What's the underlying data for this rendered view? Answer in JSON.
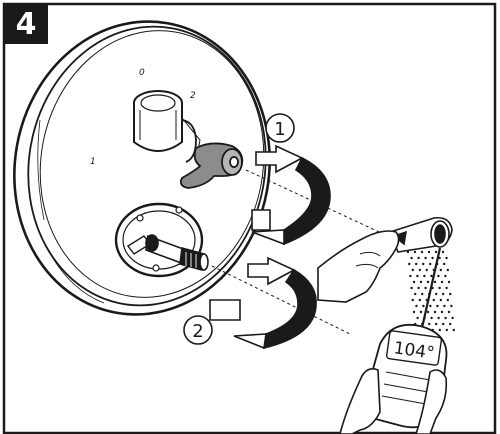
{
  "step": {
    "number": "4"
  },
  "plate_markings": {
    "zero": "0",
    "one": "1",
    "two": "2"
  },
  "callouts": {
    "first": "1",
    "second": "2"
  },
  "thermometer": {
    "reading": "104°"
  },
  "colors": {
    "line": "#1a1a1a",
    "handle": "#8c8c8c",
    "badge": "#1a1a1a",
    "background": "#ffffff"
  },
  "icons": [
    "rotation-arrow-icon",
    "hand-icon",
    "hand-shower-icon",
    "digital-thermometer-icon"
  ]
}
